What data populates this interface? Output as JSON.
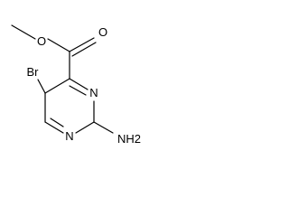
{
  "structure": {
    "atoms": {
      "methyl_oxygen": "O",
      "carbonyl_oxygen": "O",
      "bromine": "Br",
      "ring_nitrogen_upper": "N",
      "ring_nitrogen_lower": "N",
      "amino_group": "NH2"
    },
    "bond_color": "#000000",
    "label_color": "#000000",
    "background_color": "#ffffff"
  }
}
